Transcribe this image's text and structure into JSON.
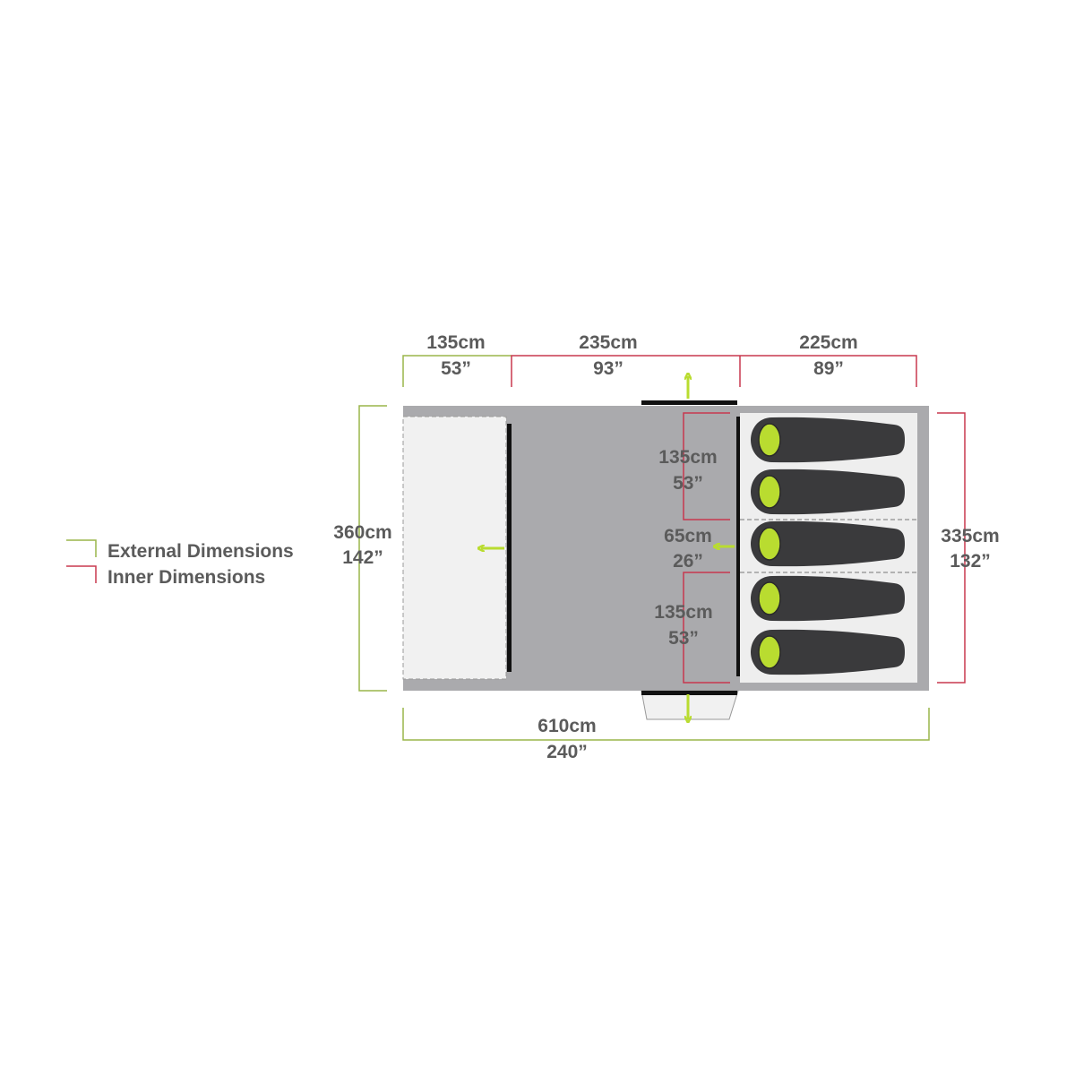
{
  "legend": {
    "external": {
      "label": "External Dimensions",
      "color": "#9ab54a"
    },
    "inner": {
      "label": "Inner Dimensions",
      "color": "#c8384f"
    }
  },
  "colors": {
    "text": "#5b5b5b",
    "tent_floor": "#aaaaad",
    "porch_floor": "#f1f1f1",
    "bedroom_floor": "#eeeeee",
    "door_bar": "#111111",
    "sleeping_bag": "#3a3a3c",
    "pillow": "#b9dc30",
    "arrow": "#b9dc30"
  },
  "dimensions": {
    "top_left": {
      "cm": "135cm",
      "in": "53”"
    },
    "top_middle": {
      "cm": "235cm",
      "in": "93”"
    },
    "top_right": {
      "cm": "225cm",
      "in": "89”"
    },
    "left_height": {
      "cm": "360cm",
      "in": "142”"
    },
    "right_height": {
      "cm": "335cm",
      "in": "132”"
    },
    "bedroom_upper": {
      "cm": "135cm",
      "in": "53”"
    },
    "bedroom_middle": {
      "cm": "65cm",
      "in": "26”"
    },
    "bedroom_lower": {
      "cm": "135cm",
      "in": "53”"
    },
    "bottom_total": {
      "cm": "610cm",
      "in": "240”"
    }
  },
  "sleeping_bags": [
    {
      "icon": "sleeping-bag-icon"
    },
    {
      "icon": "sleeping-bag-icon"
    },
    {
      "icon": "sleeping-bag-icon"
    },
    {
      "icon": "sleeping-bag-icon"
    },
    {
      "icon": "sleeping-bag-icon"
    }
  ],
  "door_arrows": [
    "arrow-up-icon",
    "arrow-left-icon",
    "arrow-left-icon",
    "arrow-down-icon"
  ]
}
